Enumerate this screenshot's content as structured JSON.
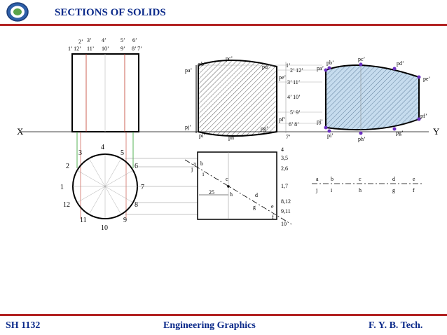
{
  "header": {
    "title": "SECTIONS OF SOLIDS"
  },
  "footer": {
    "left": "SH 1132",
    "center": "Engineering Graphics",
    "right": "F. Y.  B. Tech."
  },
  "axis": {
    "x_label": "X",
    "y_label": "Y"
  },
  "front_view": {
    "top_labels_row1": [
      "2’",
      "3’",
      "4’",
      "5’",
      "6’"
    ],
    "top_labels_row2": [
      "1’ 12’",
      "11’",
      "10’",
      "9’",
      "8’ 7’"
    ]
  },
  "top_view": {
    "circle_labels": [
      "1",
      "2",
      "3",
      "4",
      "5",
      "6",
      "7",
      "8",
      "9",
      "10",
      "11",
      "12"
    ]
  },
  "sectional_view": {
    "labels": [
      "pa’",
      "pb’",
      "pc’",
      "pd’",
      "pe’",
      "pf’",
      "pg’",
      "ph’",
      "pi’",
      "pj’"
    ]
  },
  "side_rect": {
    "right_labels": [
      "4",
      "3,5",
      "2,6",
      "1,7",
      "8,12",
      "9,11",
      "10"
    ],
    "inner_labels": [
      "a",
      "b",
      "j",
      "i",
      "c",
      "h",
      "d",
      "g",
      "e",
      "f"
    ],
    "dimension": "25"
  },
  "side_column": {
    "labels": [
      "1’",
      "2’ 12’",
      "3’ 11’",
      "4’ 10’",
      "5’ 9’",
      "6’ 8’",
      "7’"
    ]
  },
  "true_shape": {
    "labels": [
      "pa’",
      "pb’",
      "pc’",
      "pd’",
      "pe’",
      "pf’",
      "pg’",
      "ph’",
      "pi’",
      "pj’"
    ],
    "bottom_row1": [
      "a",
      "b",
      "c",
      "d",
      "e"
    ],
    "bottom_row2": [
      "j",
      "i",
      "h",
      "g",
      "f"
    ]
  },
  "colors": {
    "title": "#0b2a8a",
    "bar": "#b22222",
    "hatch_fill": "#c6dcee",
    "point": "#6a2fbf"
  }
}
